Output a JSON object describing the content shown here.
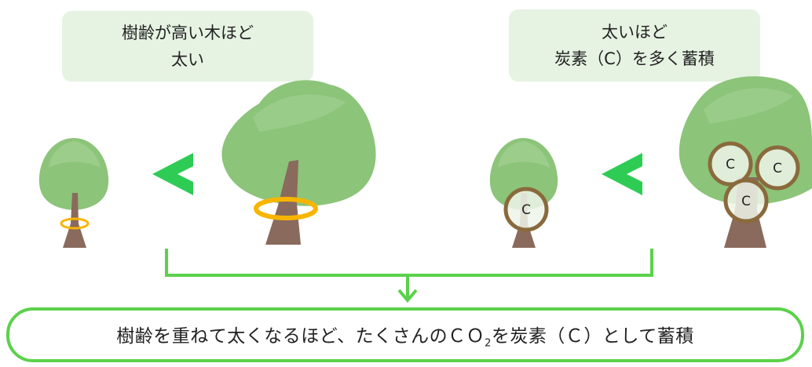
{
  "callouts": {
    "left": {
      "line1": "樹齢が高い木ほど",
      "line2": "太い"
    },
    "right": {
      "line1": "太いほど",
      "line2": "炭素（C）を多く蓄積"
    }
  },
  "carbon_label": "C",
  "summary": {
    "part1": "樹齢を重ねて太くなるほど、たくさんのＣＯ",
    "subscript": "2",
    "part2": "を炭素（Ｃ）として蓄積"
  },
  "colors": {
    "foliage": "#8cc47a",
    "foliage_light": "#a6d496",
    "trunk": "#8a6a5c",
    "ring": "#f7b500",
    "carbon_circle_border": "#8a6a3c",
    "carbon_circle_fill": "#eef5ea",
    "arrow_chevron": "#2ecc55",
    "connector": "#5bd14b"
  }
}
